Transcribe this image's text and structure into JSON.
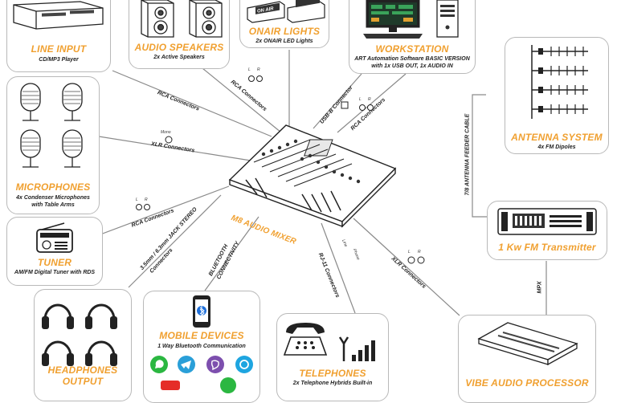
{
  "nodes": {
    "line_input": {
      "title": "LINE INPUT",
      "subtitle": "CD/MP3 Player"
    },
    "speakers": {
      "title": "AUDIO SPEAKERS",
      "subtitle": "2x Active Speakers"
    },
    "onair": {
      "title": "ONAIR LIGHTS",
      "subtitle": "2x ONAIR LED Lights",
      "sign_text": "ON AIR"
    },
    "workstation": {
      "title": "WORKSTATION",
      "subtitle_1": "ART Automation Software BASIC VERSION",
      "subtitle_2": "with 1x USB OUT, 1x AUDIO IN"
    },
    "antenna": {
      "title": "ANTENNA SYSTEM",
      "subtitle": "4x FM Dipoles"
    },
    "microphones": {
      "title": "MICROPHONES",
      "subtitle_1": "4x Condenser Microphones",
      "subtitle_2": "with Table Arms"
    },
    "mixer": {
      "title": "M8 AUDIO MIXER"
    },
    "transmitter": {
      "title": "1 Kw FM Transmitter"
    },
    "tuner": {
      "title": "TUNER",
      "subtitle": "AM/FM Digital Tuner with RDS"
    },
    "headphones": {
      "title_1": "HEADPHONES",
      "title_2": "OUTPUT"
    },
    "mobile": {
      "title": "MOBILE DEVICES",
      "subtitle": "1 Way Bluetooth Communication"
    },
    "telephones": {
      "title": "TELEPHONES",
      "subtitle": "2x Telephone Hybrids Built-in"
    },
    "processor": {
      "title": "VIBE AUDIO PROCESSOR"
    }
  },
  "connections": {
    "rca_line": "RCA Connectors",
    "rca_speakers": "RCA Connectors",
    "usb": "USB-B Connector",
    "rca_workstation": "RCA Connectors",
    "xlr_mic": "XLR Connectors",
    "mono": "Mono",
    "rca_tuner": "RCA Connectors",
    "jack_1": "3.5mm / 6.3mm JACK STEREO",
    "jack_2": "Connectors",
    "bt_1": "BLUETOOTH",
    "bt_2": "CONNECTIVITY",
    "rj11": "RJ-11 Connectors",
    "line_tag": "Line",
    "phone_tag": "Phone",
    "xlr_proc": "XLR Connectors",
    "feeder": "7/8 ANTENNA FEEDER CABLE",
    "mpx": "MPX",
    "l": "L",
    "r": "R"
  },
  "colors": {
    "accent": "#f0a030",
    "line": "#8a8a8a",
    "box_border": "#b9b9b9"
  }
}
